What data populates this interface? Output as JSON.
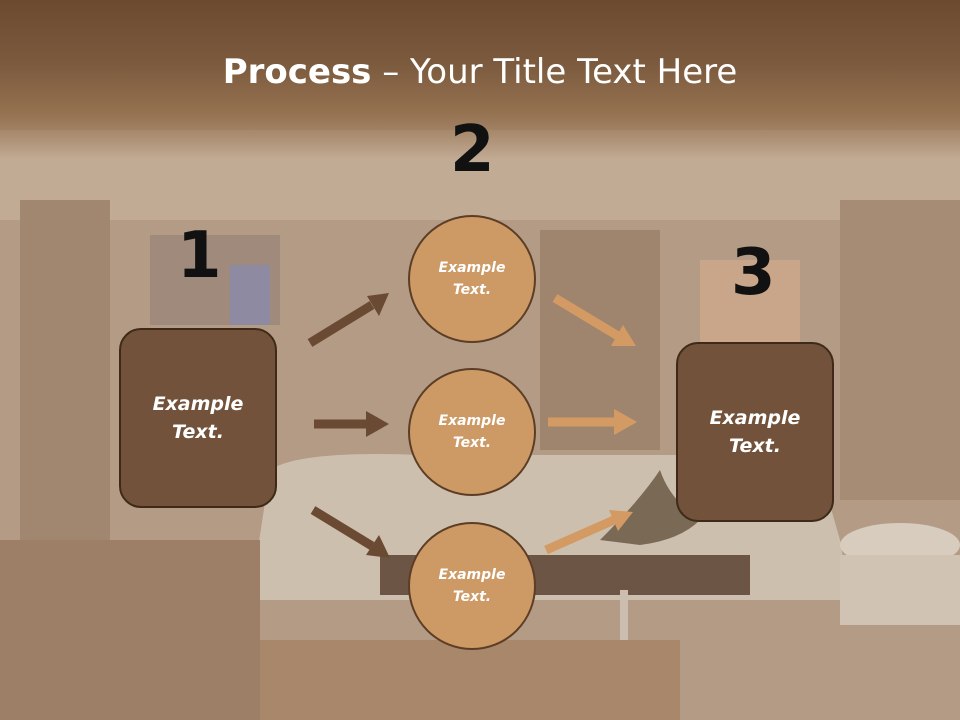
{
  "title": {
    "bold": "Process",
    "rest": " – Your Title Text Here"
  },
  "steps": [
    {
      "number": "1",
      "text": "Example\nText."
    },
    {
      "number": "2",
      "text": "Example\nText."
    },
    {
      "number": "3",
      "text": "Example\nText."
    }
  ],
  "middle_nodes": [
    {
      "text": "Example\nText."
    },
    {
      "text": "Example\nText."
    },
    {
      "text": "Example\nText."
    }
  ],
  "colors": {
    "dark_arrow": "#6b4a33",
    "light_arrow": "#d39b63",
    "box_fill": "#72523a",
    "circle_fill": "#cd9964"
  }
}
